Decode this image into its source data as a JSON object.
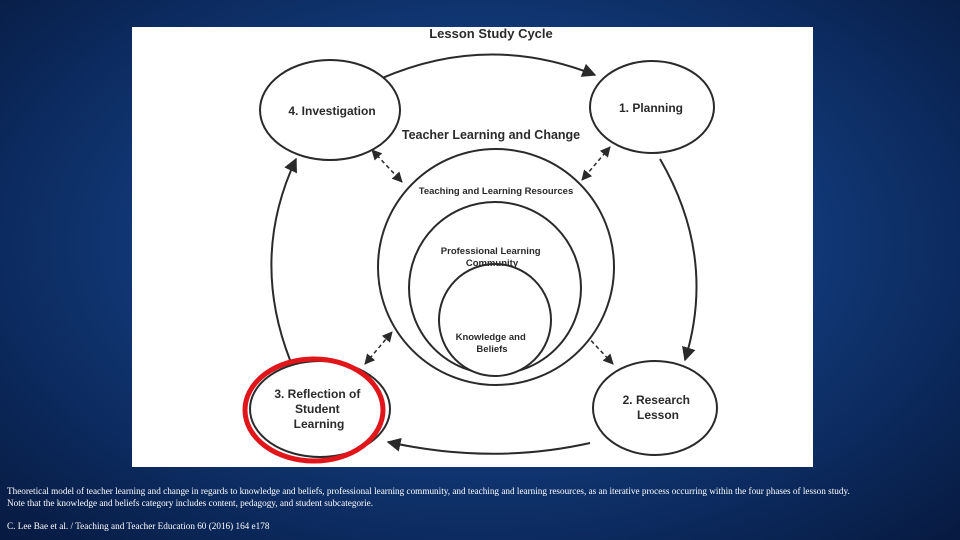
{
  "diagram": {
    "title": "Lesson Study Cycle",
    "center_heading": "Teacher Learning and Change",
    "phases": [
      {
        "id": "investigation",
        "lines": [
          "4. Investigation"
        ]
      },
      {
        "id": "planning",
        "lines": [
          "1. Planning"
        ]
      },
      {
        "id": "research-lesson",
        "lines": [
          "2. Research",
          "Lesson"
        ]
      },
      {
        "id": "reflection",
        "lines": [
          "3. Reflection of",
          "Student",
          "Learning"
        ]
      }
    ],
    "nested_circles": [
      {
        "id": "resources",
        "lines": [
          "Teaching and Learning Resources"
        ]
      },
      {
        "id": "community",
        "lines": [
          "Professional Learning",
          "Community"
        ]
      },
      {
        "id": "knowledge",
        "lines": [
          "Knowledge and",
          "Beliefs"
        ]
      }
    ],
    "highlight": {
      "target": "reflection",
      "color": "#e0161b"
    }
  },
  "caption": {
    "line1": "Theoretical model of teacher learning and change in regards to knowledge and beliefs, professional learning community, and teaching and learning resources, as an iterative process occurring within the four phases of lesson study.",
    "line2": "Note that the knowledge and beliefs category includes content, pedagogy, and student subcategorie."
  },
  "citation": "C. Lee Bae et al. / Teaching and Teacher Education 60 (2016) 164 e178",
  "colors": {
    "background": "#123a7a",
    "panel": "#ffffff",
    "ink": "#2a2a2a",
    "highlight": "#e0161b"
  }
}
